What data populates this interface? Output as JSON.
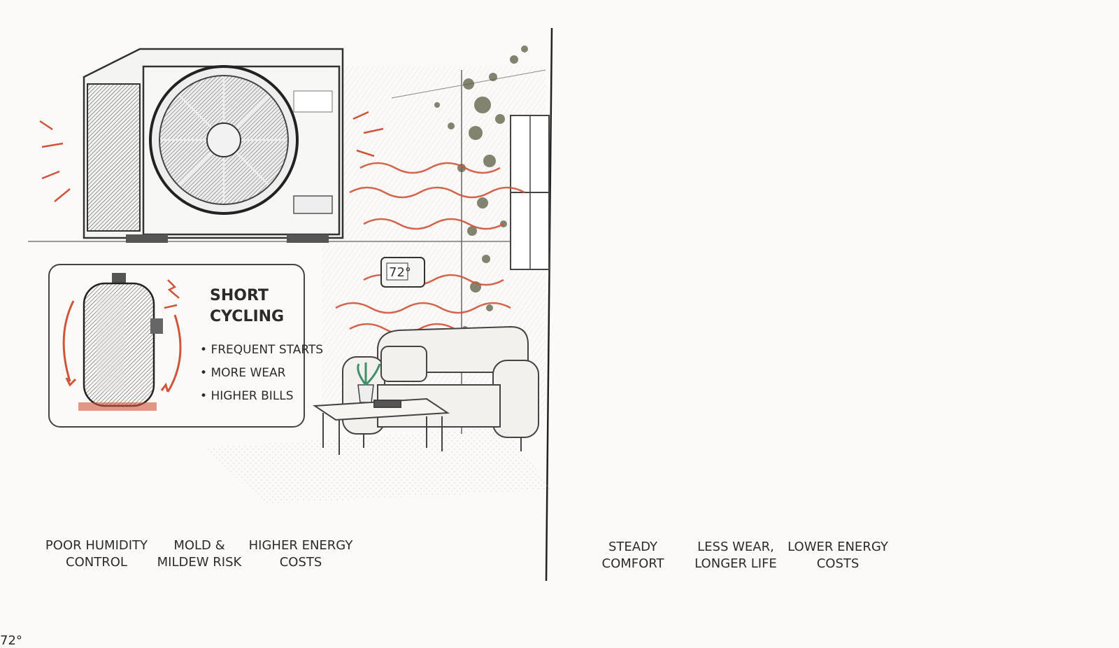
{
  "left_panel": {
    "thermostat_reading": "72°",
    "callout": {
      "title_line1": "SHORT",
      "title_line2": "CYCLING",
      "bullets": [
        "FREQUENT STARTS",
        "MORE WEAR",
        "HIGHER BILLS"
      ]
    },
    "effects": [
      {
        "icon": "water-drop-icon",
        "line1": "POOR HUMIDITY",
        "line2": "CONTROL"
      },
      {
        "icon": "mold-spores-icon",
        "line1": "MOLD &",
        "line2": "MILDEW RISK"
      },
      {
        "icon": "piggy-bank-icon",
        "line1": "HIGHER ENERGY",
        "line2": "COSTS"
      }
    ],
    "accent_color": "#d0543a"
  },
  "right_panel": {
    "thermostat_reading": "72°",
    "benefits": [
      {
        "icon": "thermometer-icon",
        "line1": "STEADY",
        "line2": "COMFORT"
      },
      {
        "icon": "shield-check-icon",
        "line1": "LESS WEAR,",
        "line2": "LONGER LIFE"
      },
      {
        "icon": "leaf-icon",
        "line1": "LOWER ENERGY",
        "line2": "COSTS"
      }
    ],
    "accent_color": "#4a9fc4",
    "good_color": "#3f8f6a"
  }
}
